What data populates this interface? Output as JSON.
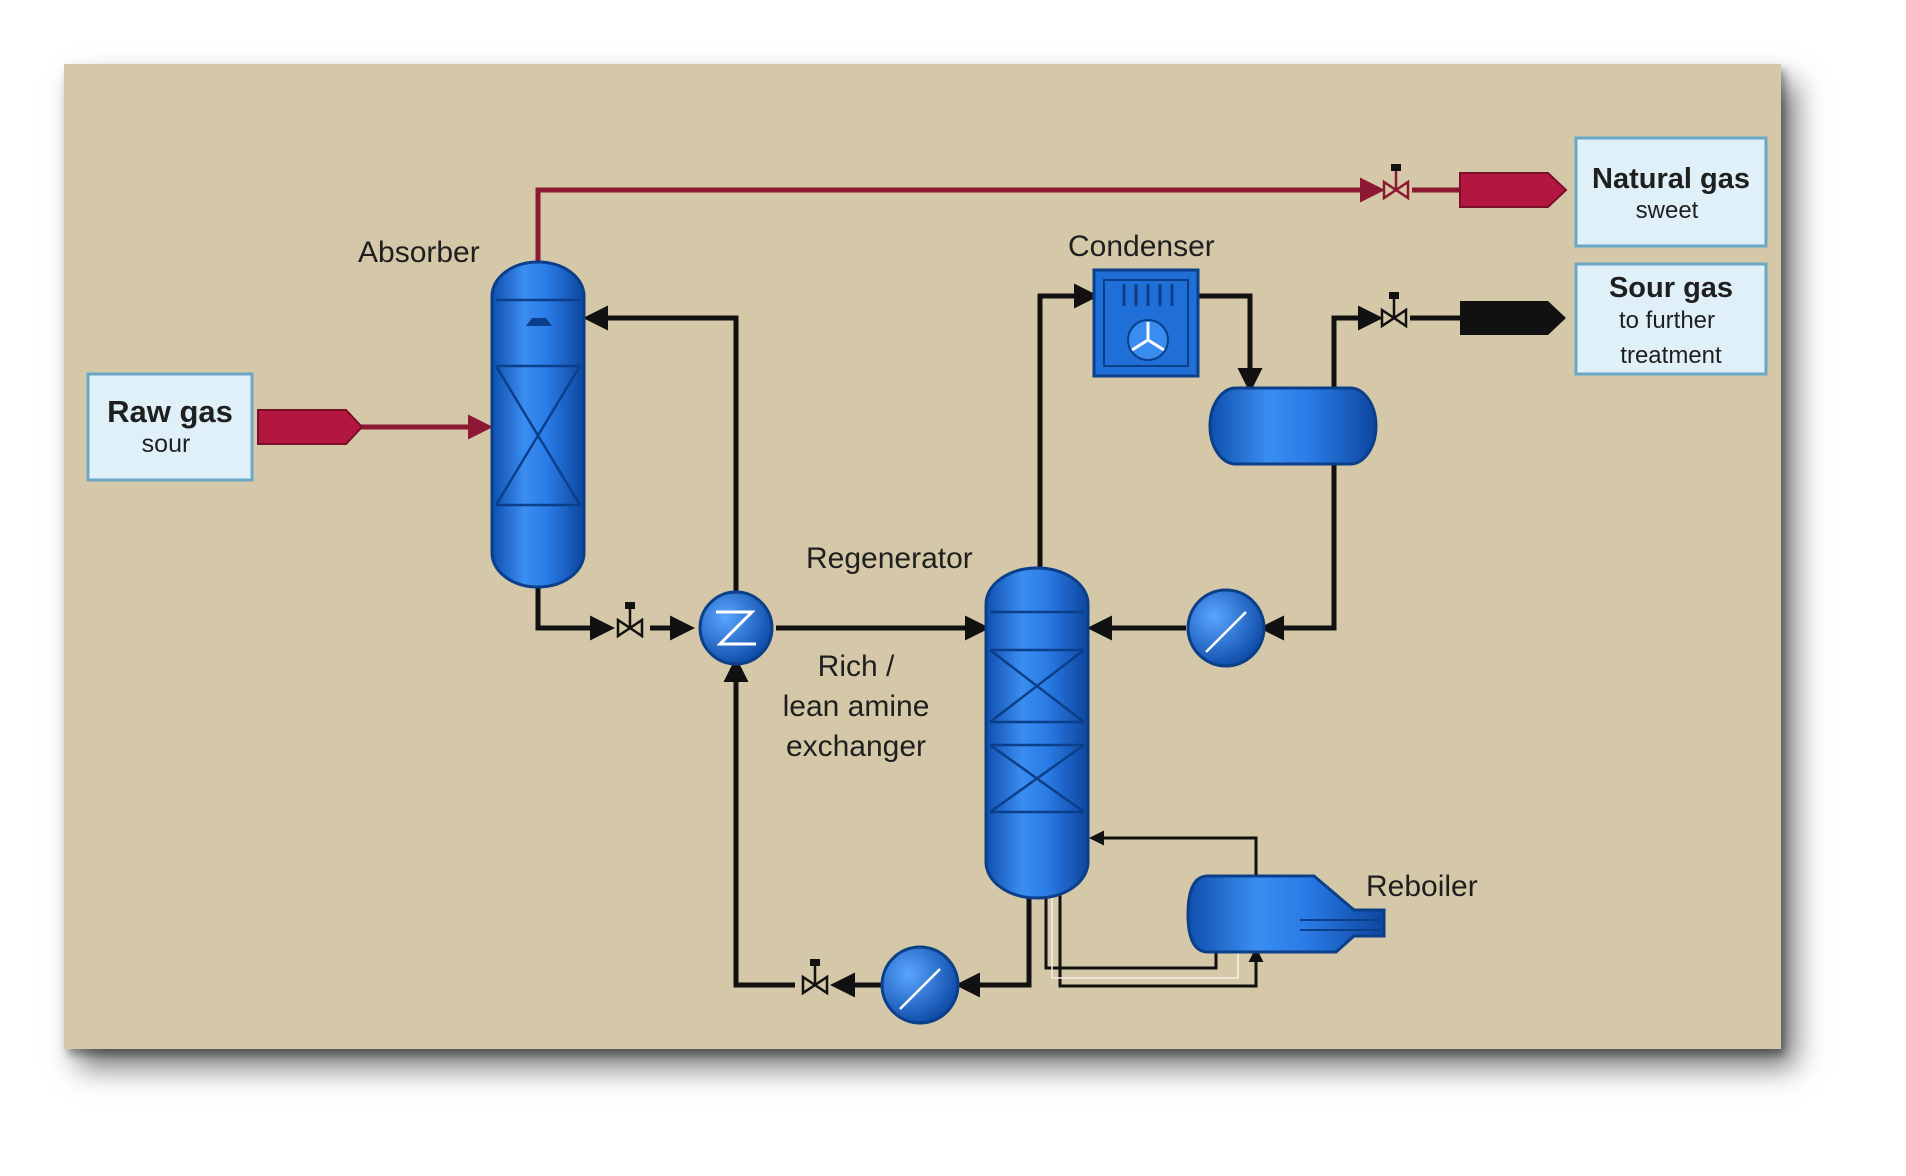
{
  "labels": {
    "absorber": "Absorber",
    "condenser": "Condenser",
    "regenerator": "Regenerator",
    "reboiler": "Reboiler",
    "exchanger_line1": "Rich /",
    "exchanger_line2": "lean amine",
    "exchanger_line3": "exchanger"
  },
  "streams": {
    "raw_gas": {
      "title": "Raw gas",
      "subtitle": "sour"
    },
    "natural_gas": {
      "title": "Natural gas",
      "subtitle": "sweet"
    },
    "sour_gas": {
      "title": "Sour gas",
      "subtitle_line1": "to further",
      "subtitle_line2": "treatment"
    }
  },
  "colors": {
    "background": "#d5c8a8",
    "equipment_blue": "#1f6fd6",
    "sweet_gas_arrow": "#b3173f",
    "sour_gas_arrow": "#111111",
    "label_box": "#dff0f8"
  }
}
